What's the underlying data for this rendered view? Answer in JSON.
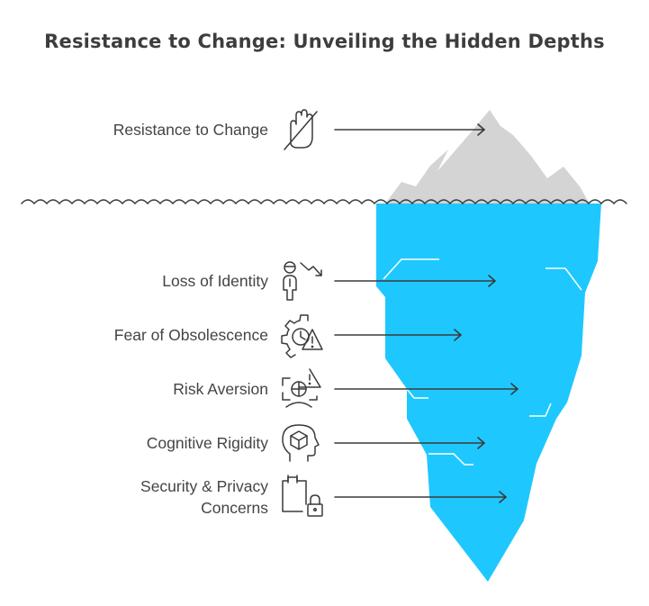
{
  "title": "Resistance to Change: Unveiling the Hidden Depths",
  "colors": {
    "iceberg_tip": "#d4d4d4",
    "iceberg_body": "#1ec8ff",
    "ink": "#444444",
    "background": "#ffffff"
  },
  "items": [
    {
      "id": "resistance",
      "label": "Resistance to Change",
      "icon": "no-hand-icon",
      "zone": "above-water"
    },
    {
      "id": "identity",
      "label": "Loss of Identity",
      "icon": "person-decline-icon",
      "zone": "below-water"
    },
    {
      "id": "obsolescence",
      "label": "Fear of Obsolescence",
      "icon": "gear-clock-warning-icon",
      "zone": "below-water"
    },
    {
      "id": "risk",
      "label": "Risk Aversion",
      "icon": "risk-warning-chart-icon",
      "zone": "below-water"
    },
    {
      "id": "rigidity",
      "label": "Cognitive Rigidity",
      "icon": "head-cube-icon",
      "zone": "below-water"
    },
    {
      "id": "security",
      "label_line1": "Security & Privacy",
      "label_line2": "Concerns",
      "icon": "document-lock-icon",
      "zone": "below-water"
    }
  ]
}
